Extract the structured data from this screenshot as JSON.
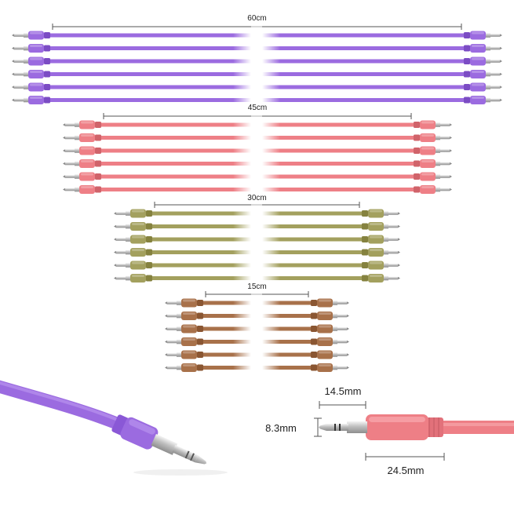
{
  "groups": [
    {
      "label": "60cm",
      "color": "#9b6be0",
      "dark": "#7b4cc4"
    },
    {
      "label": "45cm",
      "color": "#ee7f86",
      "dark": "#d0636a"
    },
    {
      "label": "30cm",
      "color": "#a3a05e",
      "dark": "#85823f"
    },
    {
      "label": "15cm",
      "color": "#a8714a",
      "dark": "#8a5632"
    }
  ],
  "cables_per_group": 6,
  "dimensions": {
    "tip_length": "14.5mm",
    "diameter": "8.3mm",
    "housing_length": "24.5mm"
  },
  "closeup_left": {
    "color": "#9b6be0",
    "dark": "#7b4cc4"
  },
  "closeup_right": {
    "color": "#ee7f86",
    "dark": "#d0636a"
  }
}
